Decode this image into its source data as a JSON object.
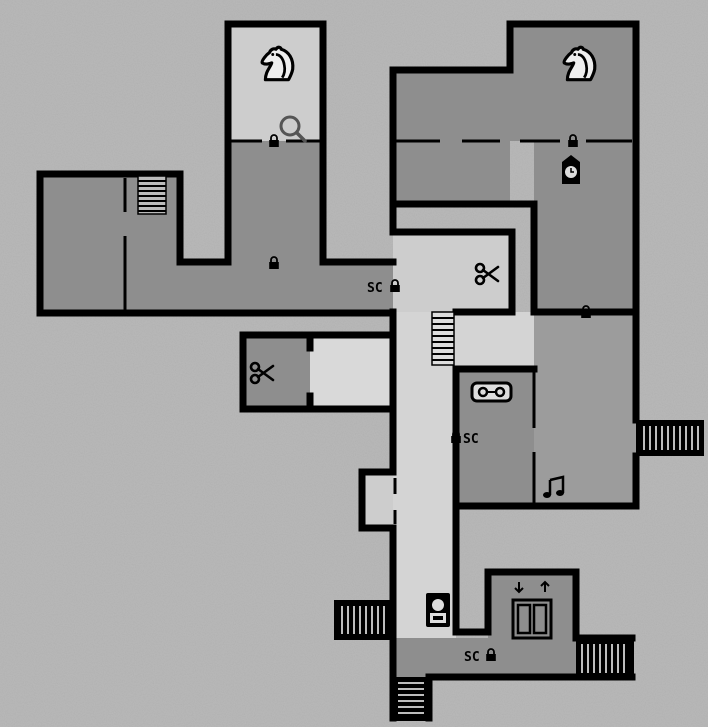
{
  "map": {
    "colors": {
      "background": "#b9b9b9",
      "wall": "#000000",
      "room_dark": "#8e8e8e",
      "room_mid": "#9c9c9c",
      "room_light": "#cdcdcd",
      "corridor_light": "#d4d4d4",
      "icon_dark": "#111111"
    },
    "labels": {
      "save_code_1": "SC",
      "save_code_2": "SC",
      "save_code_3": "SC"
    },
    "icons": [
      "horse-icon",
      "horse-icon",
      "magnifier-icon",
      "scissors-icon",
      "scissors-icon",
      "cassette-icon",
      "clock-icon",
      "music-note-icon",
      "elevator-icon",
      "typewriter-icon",
      "lock-icon",
      "stairs-icon"
    ]
  }
}
